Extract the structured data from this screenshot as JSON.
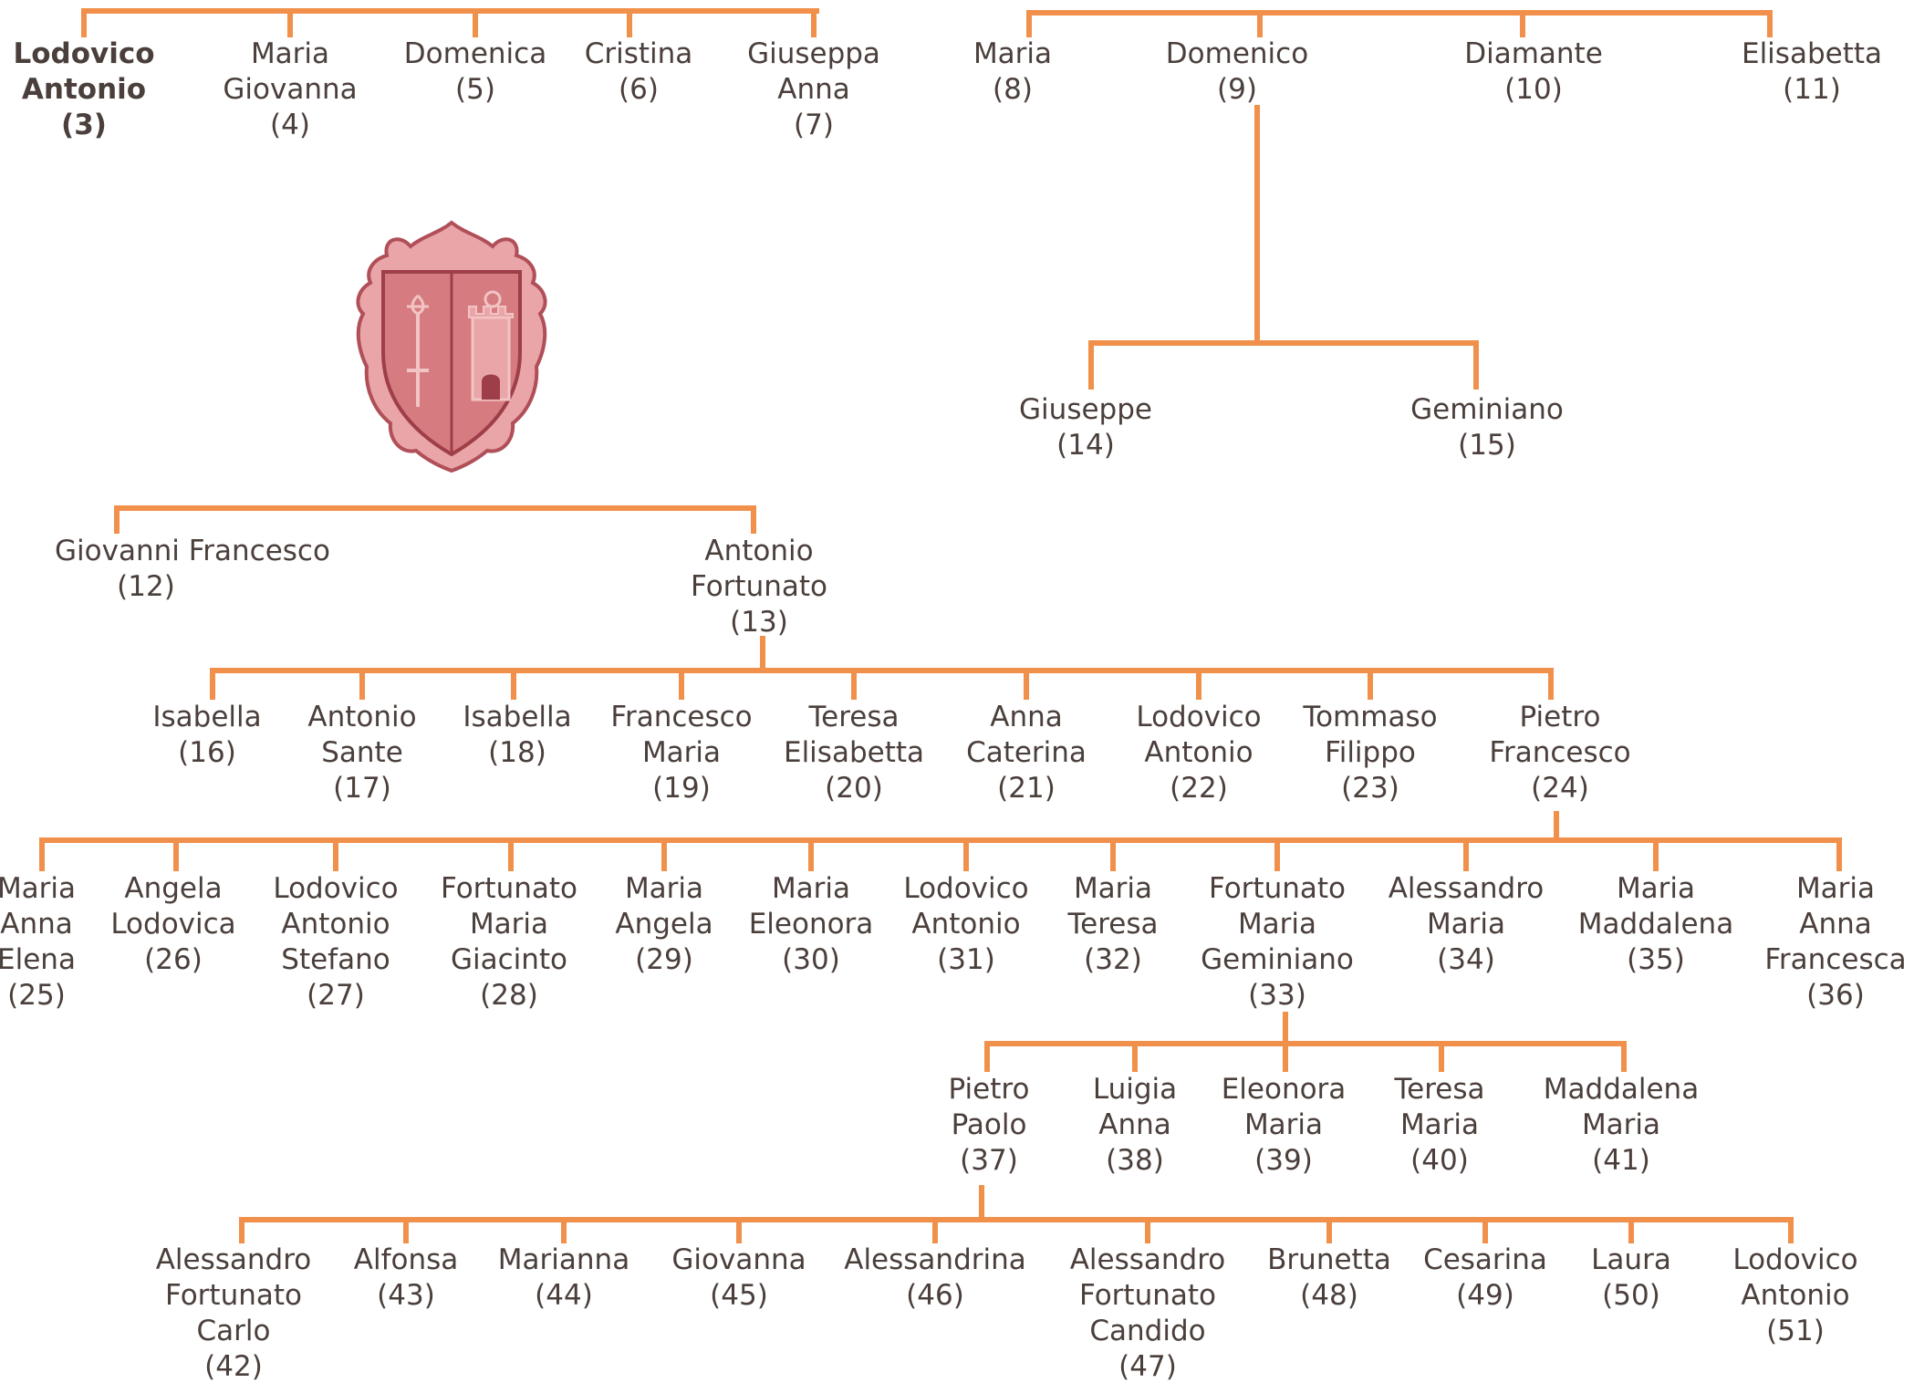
{
  "colors": {
    "line": "#f0904a",
    "text": "#4a3f3b",
    "crest_fill": "#d67c80",
    "crest_stroke": "#b04f58",
    "crest_light": "#f2c4c4"
  },
  "crest": {
    "icon": "coat-of-arms"
  },
  "people": [
    {
      "id": "p3",
      "lines": [
        "Lodovico",
        "Antonio"
      ],
      "num": "(3)",
      "bold": true
    },
    {
      "id": "p4",
      "lines": [
        "Maria",
        "Giovanna"
      ],
      "num": "(4)"
    },
    {
      "id": "p5",
      "lines": [
        "Domenica"
      ],
      "num": "(5)"
    },
    {
      "id": "p6",
      "lines": [
        "Cristina"
      ],
      "num": "(6)"
    },
    {
      "id": "p7",
      "lines": [
        "Giuseppa",
        "Anna"
      ],
      "num": "(7)"
    },
    {
      "id": "p8",
      "lines": [
        "Maria"
      ],
      "num": "(8)"
    },
    {
      "id": "p9",
      "lines": [
        "Domenico"
      ],
      "num": "(9)"
    },
    {
      "id": "p10",
      "lines": [
        "Diamante"
      ],
      "num": "(10)"
    },
    {
      "id": "p11",
      "lines": [
        "Elisabetta"
      ],
      "num": "(11)"
    },
    {
      "id": "p12",
      "lines": [
        "Giovanni Francesco"
      ],
      "num": "(12)"
    },
    {
      "id": "p13",
      "lines": [
        "Antonio",
        "Fortunato"
      ],
      "num": "(13)"
    },
    {
      "id": "p14",
      "lines": [
        "Giuseppe"
      ],
      "num": "(14)"
    },
    {
      "id": "p15",
      "lines": [
        "Geminiano"
      ],
      "num": "(15)"
    },
    {
      "id": "p16",
      "lines": [
        "Isabella"
      ],
      "num": "(16)"
    },
    {
      "id": "p17",
      "lines": [
        "Antonio",
        "Sante"
      ],
      "num": "(17)"
    },
    {
      "id": "p18",
      "lines": [
        "Isabella"
      ],
      "num": "(18)"
    },
    {
      "id": "p19",
      "lines": [
        "Francesco",
        "Maria"
      ],
      "num": "(19)"
    },
    {
      "id": "p20",
      "lines": [
        "Teresa",
        "Elisabetta"
      ],
      "num": "(20)"
    },
    {
      "id": "p21",
      "lines": [
        "Anna",
        "Caterina"
      ],
      "num": "(21)"
    },
    {
      "id": "p22",
      "lines": [
        "Lodovico",
        "Antonio"
      ],
      "num": "(22)"
    },
    {
      "id": "p23",
      "lines": [
        "Tommaso",
        "Filippo"
      ],
      "num": "(23)"
    },
    {
      "id": "p24",
      "lines": [
        "Pietro",
        "Francesco"
      ],
      "num": "(24)"
    },
    {
      "id": "p25",
      "lines": [
        "Maria",
        "Anna",
        "Elena"
      ],
      "num": "(25)"
    },
    {
      "id": "p26",
      "lines": [
        "Angela",
        "Lodovica"
      ],
      "num": "(26)"
    },
    {
      "id": "p27",
      "lines": [
        "Lodovico",
        "Antonio",
        "Stefano"
      ],
      "num": "(27)"
    },
    {
      "id": "p28",
      "lines": [
        "Fortunato",
        "Maria",
        "Giacinto"
      ],
      "num": "(28)"
    },
    {
      "id": "p29",
      "lines": [
        "Maria",
        "Angela"
      ],
      "num": "(29)"
    },
    {
      "id": "p30",
      "lines": [
        "Maria",
        "Eleonora"
      ],
      "num": "(30)"
    },
    {
      "id": "p31",
      "lines": [
        "Lodovico",
        "Antonio"
      ],
      "num": "(31)"
    },
    {
      "id": "p32",
      "lines": [
        "Maria",
        "Teresa"
      ],
      "num": "(32)"
    },
    {
      "id": "p33",
      "lines": [
        "Fortunato",
        "Maria",
        "Geminiano"
      ],
      "num": "(33)"
    },
    {
      "id": "p34",
      "lines": [
        "Alessandro",
        "Maria"
      ],
      "num": "(34)"
    },
    {
      "id": "p35",
      "lines": [
        "Maria",
        "Maddalena"
      ],
      "num": "(35)"
    },
    {
      "id": "p36",
      "lines": [
        "Maria",
        "Anna",
        "Francesca"
      ],
      "num": "(36)"
    },
    {
      "id": "p37",
      "lines": [
        "Pietro",
        "Paolo"
      ],
      "num": "(37)"
    },
    {
      "id": "p38",
      "lines": [
        "Luigia",
        "Anna"
      ],
      "num": "(38)"
    },
    {
      "id": "p39",
      "lines": [
        "Eleonora",
        "Maria"
      ],
      "num": "(39)"
    },
    {
      "id": "p40",
      "lines": [
        "Teresa",
        "Maria"
      ],
      "num": "(40)"
    },
    {
      "id": "p41",
      "lines": [
        "Maddalena",
        "Maria"
      ],
      "num": "(41)"
    },
    {
      "id": "p42",
      "lines": [
        "Alessandro",
        "Fortunato",
        "Carlo"
      ],
      "num": "(42)"
    },
    {
      "id": "p43",
      "lines": [
        "Alfonsa"
      ],
      "num": "(43)"
    },
    {
      "id": "p44",
      "lines": [
        "Marianna"
      ],
      "num": "(44)"
    },
    {
      "id": "p45",
      "lines": [
        "Giovanna"
      ],
      "num": "(45)"
    },
    {
      "id": "p46",
      "lines": [
        "Alessandrina"
      ],
      "num": "(46)"
    },
    {
      "id": "p47",
      "lines": [
        "Alessandro",
        "Fortunato",
        "Candido"
      ],
      "num": "(47)"
    },
    {
      "id": "p48",
      "lines": [
        "Brunetta"
      ],
      "num": "(48)"
    },
    {
      "id": "p49",
      "lines": [
        "Cesarina"
      ],
      "num": "(49)"
    },
    {
      "id": "p50",
      "lines": [
        "Laura"
      ],
      "num": "(50)"
    },
    {
      "id": "p51",
      "lines": [
        "Lodovico",
        "Antonio"
      ],
      "num": "(51)"
    }
  ]
}
